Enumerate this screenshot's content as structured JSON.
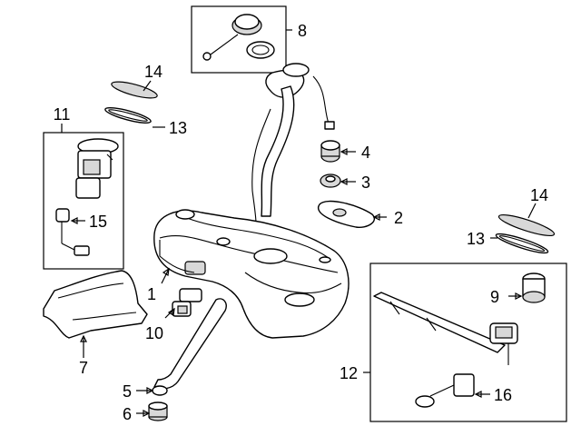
{
  "diagram": {
    "labels": [
      {
        "id": "1",
        "text": "1"
      },
      {
        "id": "2",
        "text": "2"
      },
      {
        "id": "3",
        "text": "3"
      },
      {
        "id": "4",
        "text": "4"
      },
      {
        "id": "5",
        "text": "5"
      },
      {
        "id": "6",
        "text": "6"
      },
      {
        "id": "7",
        "text": "7"
      },
      {
        "id": "8",
        "text": "8"
      },
      {
        "id": "9",
        "text": "9"
      },
      {
        "id": "10",
        "text": "10"
      },
      {
        "id": "11",
        "text": "11"
      },
      {
        "id": "12",
        "text": "12"
      },
      {
        "id": "13a",
        "text": "13"
      },
      {
        "id": "13b",
        "text": "13"
      },
      {
        "id": "14a",
        "text": "14"
      },
      {
        "id": "14b",
        "text": "14"
      },
      {
        "id": "15",
        "text": "15"
      },
      {
        "id": "16",
        "text": "16"
      }
    ]
  }
}
